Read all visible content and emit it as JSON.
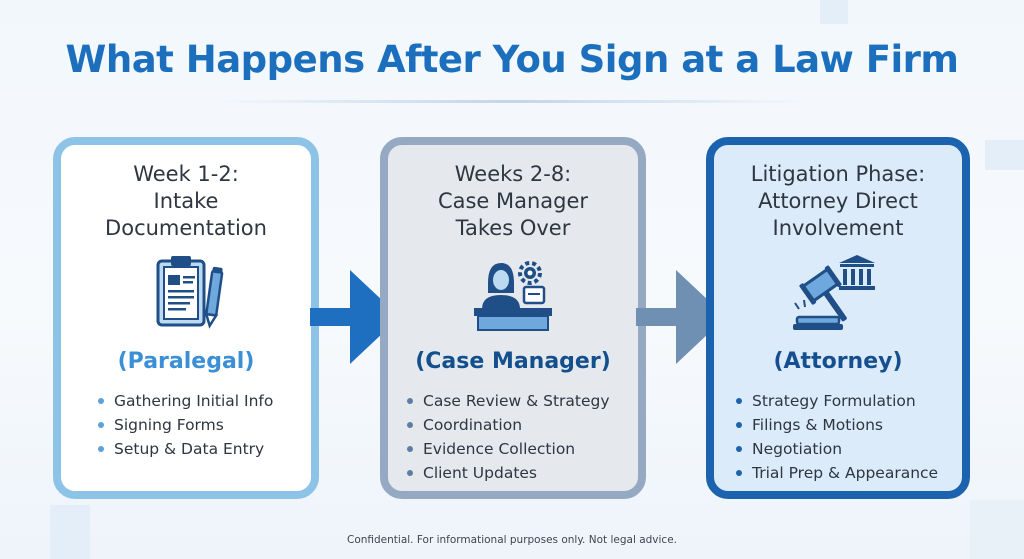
{
  "title": "What Happens After You Sign at a Law Firm",
  "stages": [
    {
      "title_lines": [
        "Week 1-2:",
        "Intake",
        "Documentation"
      ],
      "icon": "clipboard-pen-icon",
      "role": "(Paralegal)",
      "bullets": [
        "Gathering Initial Info",
        "Signing Forms",
        "Setup & Data Entry"
      ]
    },
    {
      "title_lines": [
        "Weeks 2-8:",
        "Case Manager",
        "Takes Over"
      ],
      "icon": "case-manager-desk-icon",
      "role": "(Case Manager)",
      "bullets": [
        "Case Review & Strategy",
        "Coordination",
        "Evidence Collection",
        "Client Updates"
      ]
    },
    {
      "title_lines": [
        "Litigation Phase:",
        "Attorney Direct",
        "Involvement"
      ],
      "icon": "gavel-courthouse-icon",
      "role": "(Attorney)",
      "bullets": [
        "Strategy Formulation",
        "Filings & Motions",
        "Negotiation",
        "Trial Prep & Appearance"
      ]
    }
  ],
  "footer": "Confidential. For informational purposes only. Not legal advice.",
  "colors": {
    "title": "#1b6fbd",
    "stage1_border": "#8ec3e8",
    "stage2_border": "#95a9c2",
    "stage3_border": "#1b63ae",
    "arrow1": "#1f6fc0",
    "arrow2": "#6f8fb3"
  }
}
